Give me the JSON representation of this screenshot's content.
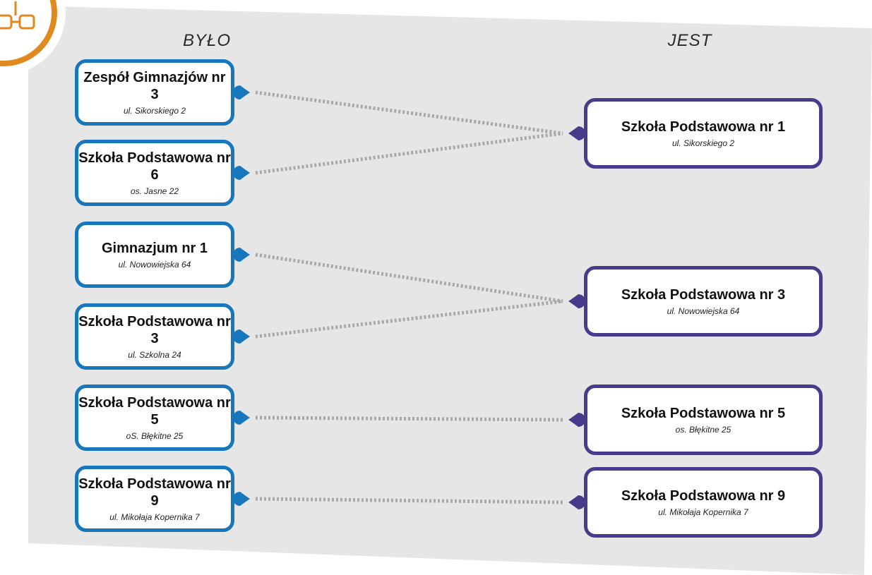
{
  "columns": {
    "left_title": "BYŁO",
    "right_title": "JEST"
  },
  "colors": {
    "old_border": "#1677bd",
    "new_border": "#4a3a8c",
    "link": "#a8a8a8",
    "accent": "#e08a1e",
    "panel": "#e6e6e7"
  },
  "corner_icon": "org-chart-icon",
  "old": [
    {
      "name": "Zespół Gimnazjów nr 3",
      "address": "ul. Sikorskiego 2"
    },
    {
      "name": "Szkoła Podstawowa nr 6",
      "address": "os. Jasne 22"
    },
    {
      "name": "Gimnazjum nr 1",
      "address": "ul. Nowowiejska 64"
    },
    {
      "name": "Szkoła Podstawowa nr 3",
      "address": "ul. Szkolna 24"
    },
    {
      "name": "Szkoła Podstawowa nr 5",
      "address": "oS. Błękitne 25"
    },
    {
      "name": "Szkoła Podstawowa nr 9",
      "address": "ul. Mikołaja Kopernika 7"
    }
  ],
  "new": [
    {
      "name": "Szkoła Podstawowa nr 1",
      "address": "ul. Sikorskiego 2"
    },
    {
      "name": "Szkoła Podstawowa nr 3",
      "address": "ul. Nowowiejska 64"
    },
    {
      "name": "Szkoła Podstawowa nr 5",
      "address": "os. Błękitne 25"
    },
    {
      "name": "Szkoła Podstawowa nr 9",
      "address": "ul. Mikołaja Kopernika 7"
    }
  ],
  "mergers": [
    [
      0,
      0
    ],
    [
      1,
      0
    ],
    [
      2,
      1
    ],
    [
      3,
      1
    ],
    [
      4,
      2
    ],
    [
      5,
      3
    ]
  ]
}
